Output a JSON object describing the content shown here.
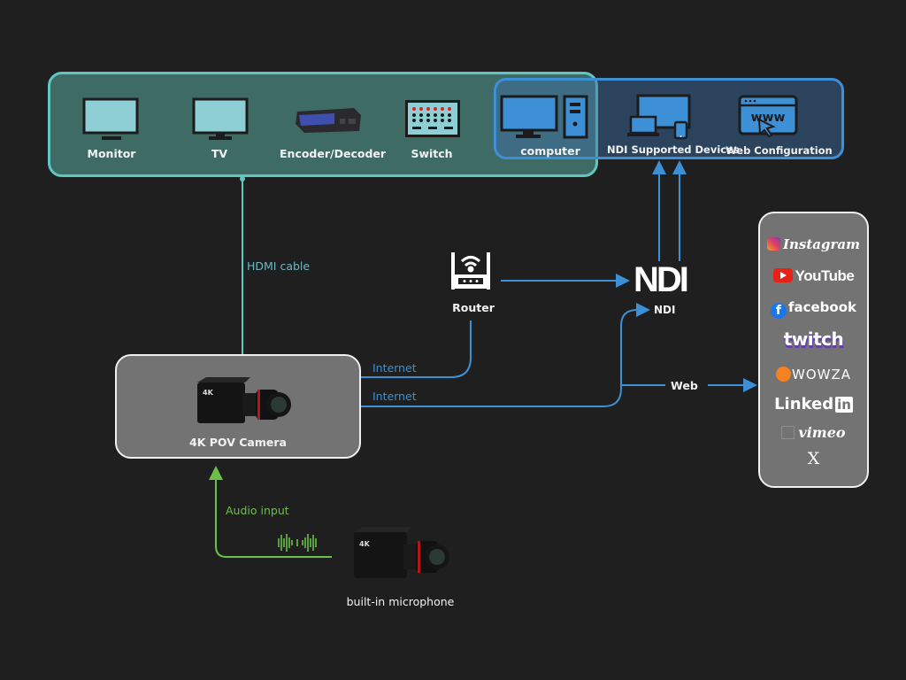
{
  "display_group": {
    "devices": [
      {
        "label": "Monitor",
        "icon": "monitor-icon"
      },
      {
        "label": "TV",
        "icon": "tv-icon"
      },
      {
        "label": "Encoder/Decoder",
        "icon": "encoder-decoder-icon"
      },
      {
        "label": "Switch",
        "icon": "switch-icon"
      },
      {
        "label": "computer",
        "icon": "computer-icon"
      }
    ]
  },
  "ndi_group": {
    "devices": [
      {
        "label": "NDI Supported Devices",
        "icon": "ndi-devices-icon"
      },
      {
        "label": "Web Configuration",
        "icon": "web-configuration-icon"
      }
    ]
  },
  "connections": {
    "hdmi": "HDMI cable",
    "internet_1": "Internet",
    "internet_2": "Internet",
    "web": "Web",
    "ndi": "NDI",
    "audio": "Audio input"
  },
  "router": {
    "label": "Router",
    "icon": "router-icon"
  },
  "ndi_logo": {
    "text": "NDI"
  },
  "camera": {
    "label": "4K POV Camera",
    "badge": "4K"
  },
  "microphone": {
    "label": "built-in microphone",
    "badge": "4K"
  },
  "platforms": [
    {
      "name": "Instagram",
      "icon": "instagram-icon"
    },
    {
      "name": "YouTube",
      "icon": "youtube-icon"
    },
    {
      "name": "facebook",
      "icon": "facebook-icon"
    },
    {
      "name": "twitch",
      "icon": "twitch-icon"
    },
    {
      "name": "WOWZA",
      "icon": "wowza-icon"
    },
    {
      "name": "Linked",
      "suffix": "in",
      "icon": "linkedin-icon"
    },
    {
      "name": "vimeo",
      "icon": "vimeo-icon"
    },
    {
      "name": "X",
      "icon": "x-icon"
    }
  ],
  "colors": {
    "background": "#1f1f1f",
    "display_group_border": "#5fc7c2",
    "display_group_fill": "#3f6b65",
    "ndi_group_border": "#3d8fd6",
    "network_line": "#3d8fd6",
    "hdmi_line": "#5fc7c2",
    "audio_line": "#6cc04a",
    "panel_gray": "#737373"
  }
}
